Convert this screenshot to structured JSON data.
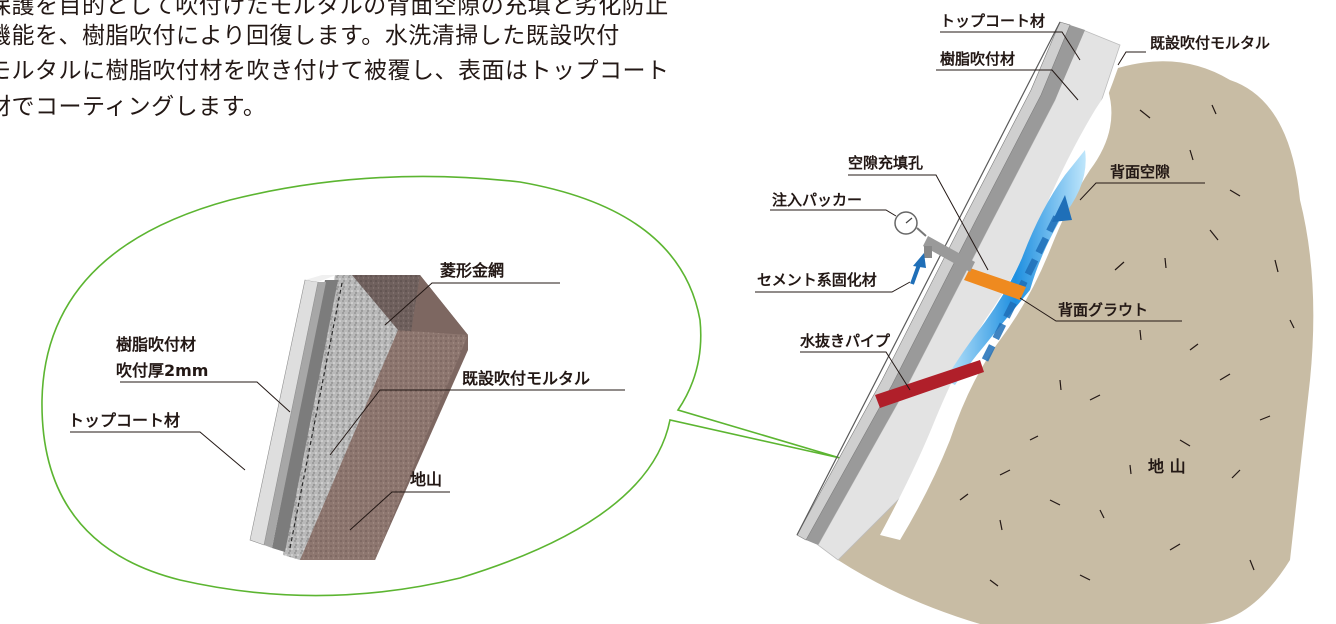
{
  "intro": {
    "lines": [
      "保護を目的として吹付けたモルタルの背面空隙の充填と劣化防止",
      "機能を、樹脂吹付により回復します。水洗清掃した既設吹付",
      "モルタルに樹脂吹付材を吹き付けて被覆し、表面はトップコート",
      "材でコーティングします。"
    ]
  },
  "detail_callout": {
    "labels": {
      "mesh": "菱形金網",
      "resin": "樹脂吹付材",
      "thickness": "吹付厚2mm",
      "mortar": "既設吹付モルタル",
      "topcoat": "トップコート材",
      "ground": "地山"
    }
  },
  "section": {
    "labels": {
      "topcoat": "トップコート材",
      "mortar": "既設吹付モルタル",
      "resin": "樹脂吹付材",
      "fill_hole": "空隙充填孔",
      "back_void": "背面空隙",
      "packer": "注入パッカー",
      "cement": "セメント系固化材",
      "grout": "背面グラウト",
      "drain": "水抜きパイプ",
      "ground": "地 山"
    }
  },
  "colors": {
    "callout_border": "#5cb531",
    "ground": "#c8bca4",
    "mortar": "#e3e3e3",
    "resin": "#9a9a9a",
    "topcoat": "#cfcfcf",
    "grout": "#29a0e6",
    "fill_hole": "#ef8a1f",
    "drain_pipe": "#b01f2a",
    "arrow": "#1f6fb8"
  }
}
